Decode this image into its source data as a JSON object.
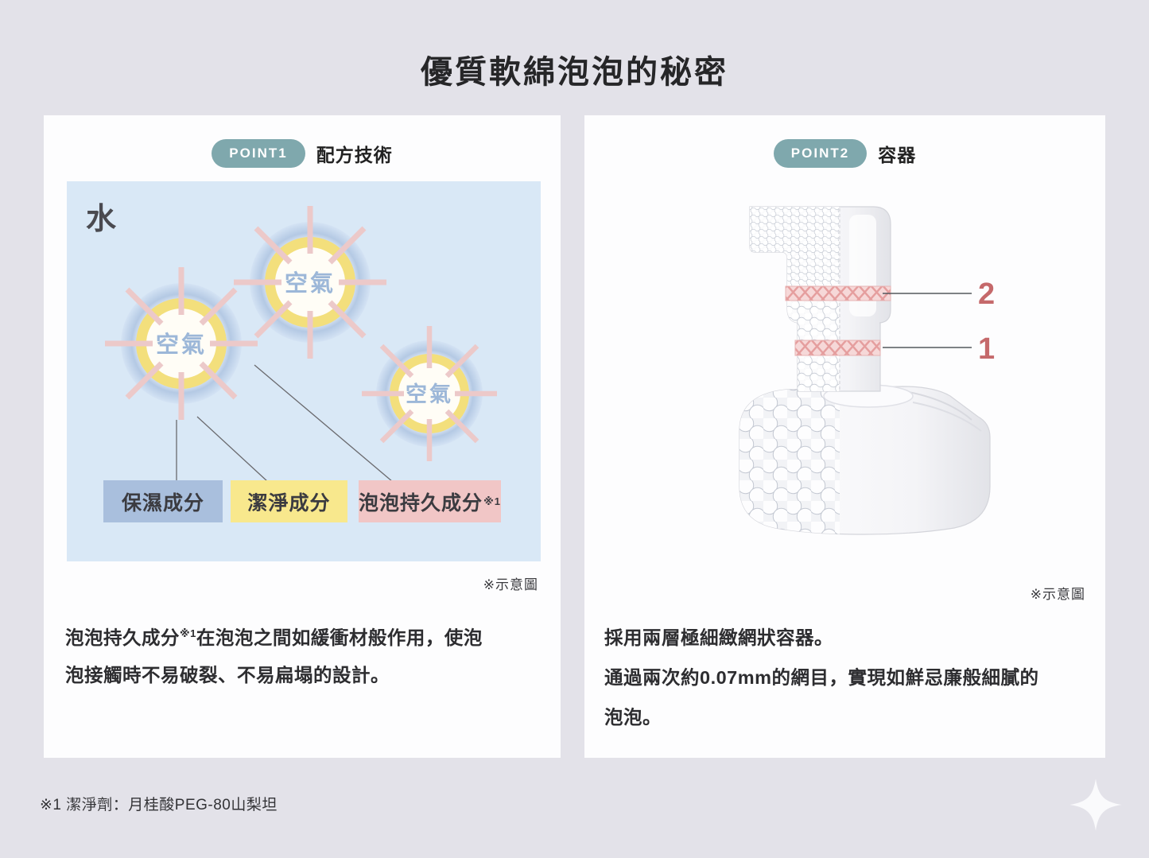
{
  "page": {
    "title": "優質軟綿泡泡的秘密",
    "footnote": "※1 潔淨劑：月桂酸PEG-80山梨坦"
  },
  "colors": {
    "background": "#e3e2e9",
    "panel": "#fdfdfe",
    "badge": "#7fa8ad",
    "diagram_bg": "#d9e8f6",
    "legend_blue": "#a9bfdd",
    "legend_yellow": "#f8e88d",
    "legend_pink": "#f1c6c6",
    "mesh_pink": "#f5d6d6",
    "number_red": "#c5696b"
  },
  "left_panel": {
    "badge": "POINT1",
    "badge_label": "配方技術",
    "diagram": {
      "water_label": "水",
      "bubble_label": "空氣",
      "legend": [
        {
          "label": "保濕成分",
          "sup": ""
        },
        {
          "label": "潔淨成分",
          "sup": ""
        },
        {
          "label": "泡泡持久成分",
          "sup": "※1"
        }
      ],
      "caption": "※示意圖"
    },
    "body": {
      "line1_prefix": "泡泡持久成分",
      "line1_sup": "※1",
      "line1_rest": "在泡泡之間如緩衝材般作用，使泡",
      "line2": "泡接觸時不易破裂、不易扁塌的設計。"
    }
  },
  "right_panel": {
    "badge": "POINT2",
    "badge_label": "容器",
    "diagram": {
      "mesh_label_upper": "2",
      "mesh_label_lower": "1",
      "caption": "※示意圖"
    },
    "body": {
      "line1": "採用兩層極細緻網狀容器。",
      "line2": "通過兩次約0.07mm的網目，實現如鮮忌廉般細膩的",
      "line3": "泡泡。"
    }
  }
}
